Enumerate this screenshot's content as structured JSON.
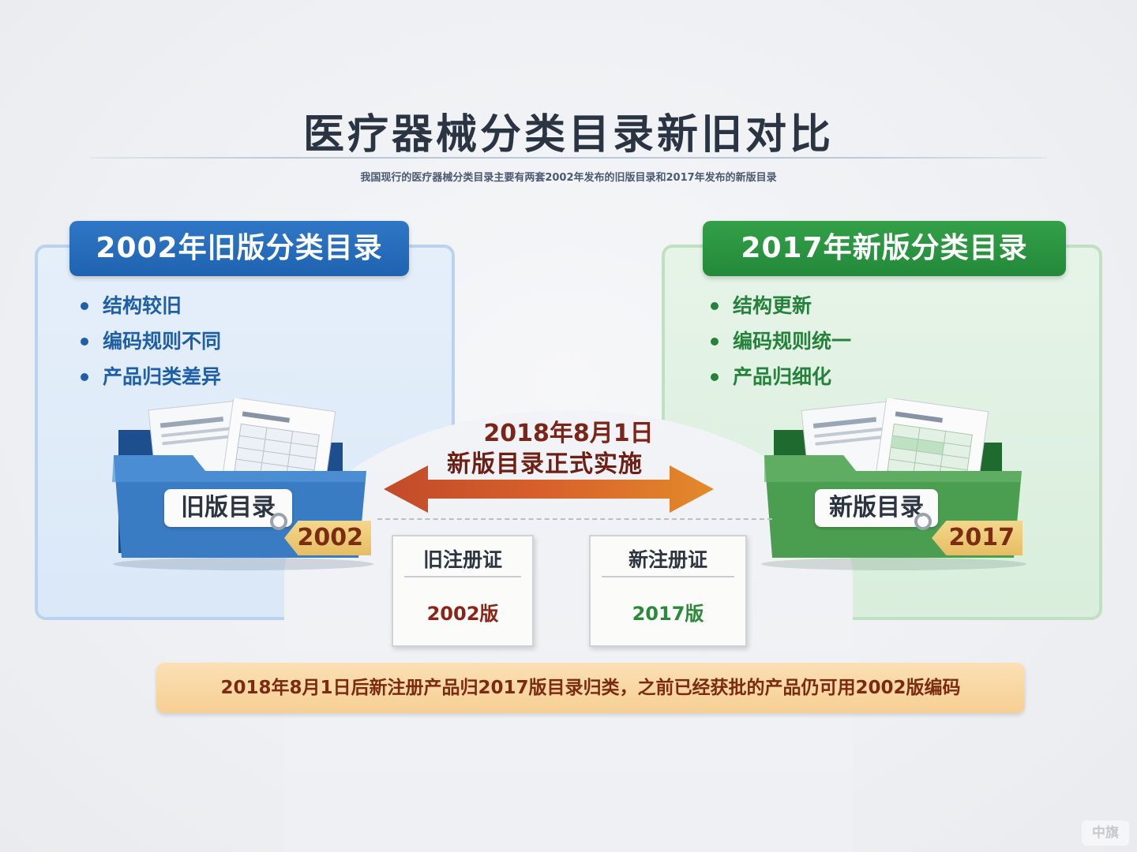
{
  "title": "医疗器械分类目录新旧对比",
  "subtitle": "我国现行的医疗器械分类目录主要有两套2002年发布的旧版目录和2017年发布的新版目录",
  "old_catalog": {
    "header": "2002年旧版分类目录",
    "bullets": [
      "结构较旧",
      "编码规则不同",
      "产品归类差异"
    ],
    "folder_label": "旧版目录",
    "tag": "2002",
    "color": "#1f63b0"
  },
  "new_catalog": {
    "header": "2017年新版分类目录",
    "bullets": [
      "结构更新",
      "编码规则统一",
      "产品归细化"
    ],
    "folder_label": "新版目录",
    "tag": "2017",
    "color": "#23893a"
  },
  "implementation": {
    "date": "2018年8月1日",
    "text": "新版目录正式实施"
  },
  "old_certificate": {
    "title": "旧注册证",
    "version": "2002版"
  },
  "new_certificate": {
    "title": "新注册证",
    "version": "2017版"
  },
  "note": "2018年8月1日后新注册产品归2017版目录归类，之前已经获批的产品仍可用2002版编码",
  "watermark": "中旗"
}
